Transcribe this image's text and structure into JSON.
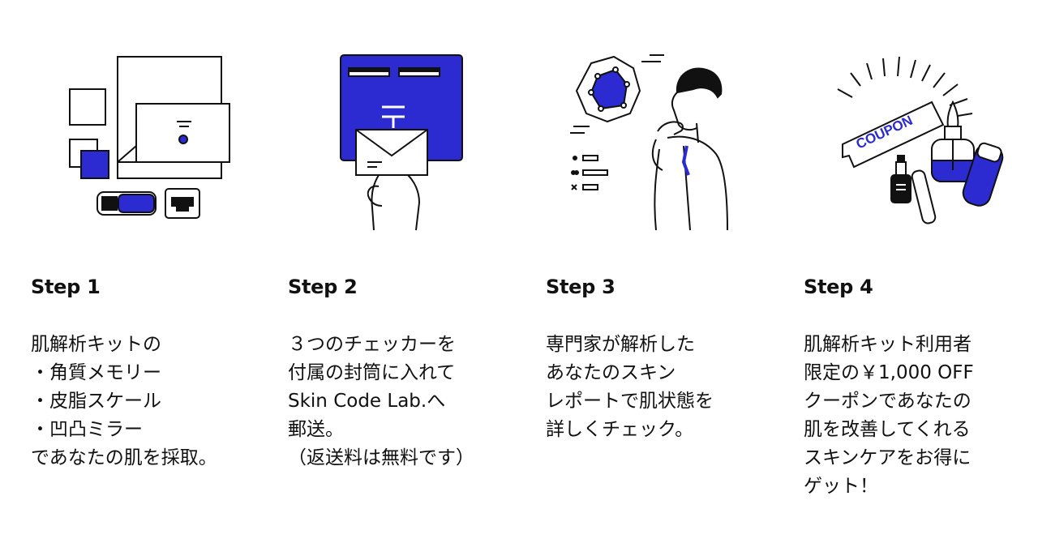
{
  "colors": {
    "accent": "#2b2bd1",
    "ink": "#111111",
    "background": "#ffffff"
  },
  "steps": [
    {
      "title": "Step 1",
      "illustration": "skin-analysis-kit-icon",
      "lines": [
        "肌解析キットの",
        "・角質メモリー",
        "・皮脂スケール",
        "・凹凸ミラー",
        "であなたの肌を採取。"
      ]
    },
    {
      "title": "Step 2",
      "illustration": "mail-envelope-icon",
      "lines": [
        "３つのチェッカーを",
        "付属の封筒に入れて",
        "Skin Code Lab.へ",
        "郵送。",
        "（返送料は無料です）"
      ]
    },
    {
      "title": "Step 3",
      "illustration": "expert-analysis-icon",
      "lines": [
        "専門家が解析した",
        "あなたのスキン",
        "レポートで肌状態を",
        "詳しくチェック。"
      ]
    },
    {
      "title": "Step 4",
      "illustration": "coupon-skincare-icon",
      "coupon_label": "COUPON",
      "lines": [
        "肌解析キット利用者",
        "限定の￥1,000 OFF",
        "クーポンであなたの",
        "肌を改善してくれる",
        "スキンケアをお得に",
        "ゲット！"
      ]
    }
  ]
}
